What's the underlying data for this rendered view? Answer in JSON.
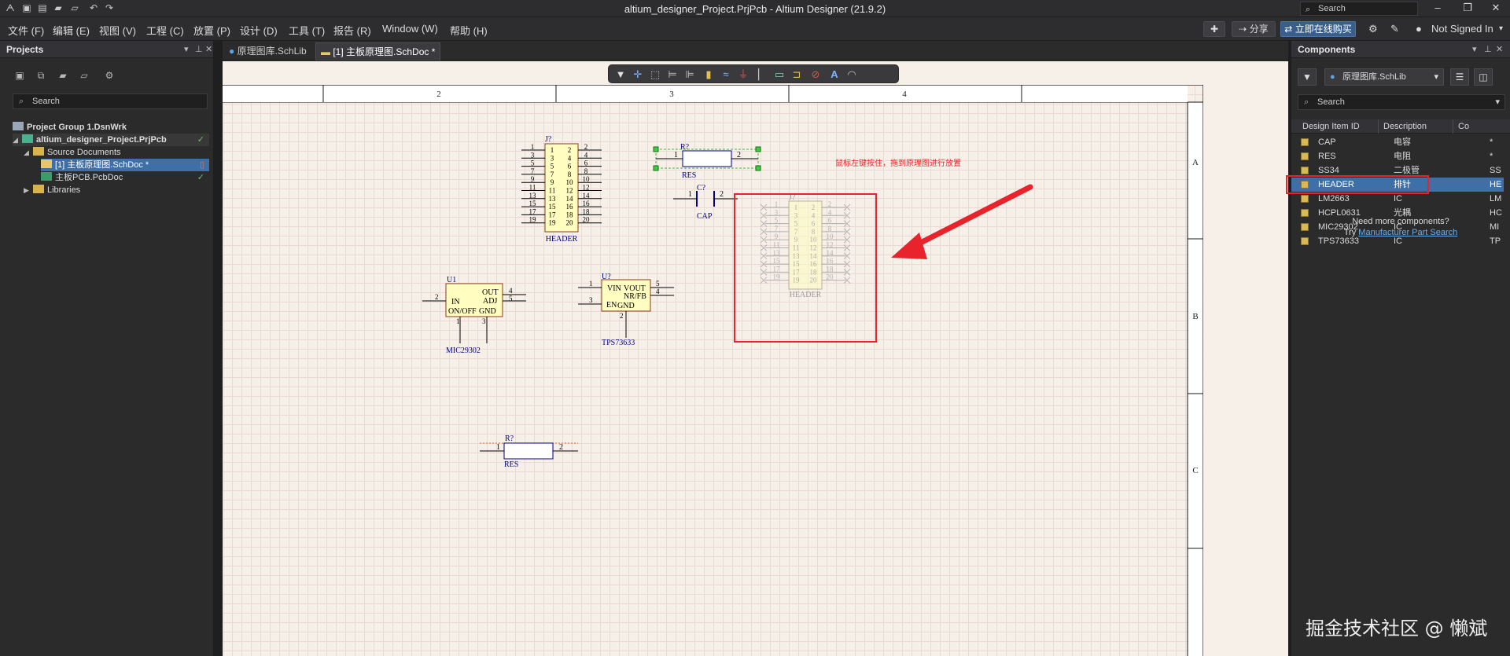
{
  "window": {
    "title": "altium_designer_Project.PrjPcb - Altium Designer (21.9.2)",
    "search_placeholder": "Search",
    "controls": {
      "minimize": "–",
      "restore": "❐",
      "close": "✕"
    }
  },
  "menu": {
    "items": [
      "文件 (F)",
      "编辑 (E)",
      "视图 (V)",
      "工程 (C)",
      "放置 (P)",
      "设计 (D)",
      "工具 (T)",
      "报告 (R)",
      "Window (W)",
      "帮助 (H)"
    ],
    "share_label": "分享",
    "buy_label": "立即在线购买",
    "user_label": "Not Signed In"
  },
  "projects_panel": {
    "title": "Projects",
    "search_placeholder": "Search",
    "tree": [
      {
        "label": "Project Group 1.DsnWrk",
        "level": 0,
        "bold": true
      },
      {
        "label": "altium_designer_Project.PrjPcb",
        "level": 1,
        "bold": true,
        "ok": true
      },
      {
        "label": "Source Documents",
        "level": 2
      },
      {
        "label": "[1] 主板原理图.SchDoc *",
        "level": 3,
        "selected": true
      },
      {
        "label": "主板PCB.PcbDoc",
        "level": 3,
        "ok": true
      },
      {
        "label": "Libraries",
        "level": 2
      }
    ]
  },
  "tabs": [
    {
      "label": "原理图库.SchLib",
      "active": false
    },
    {
      "label": "[1] 主板原理图.SchDoc *",
      "active": true
    }
  ],
  "sheet": {
    "columns": [
      "2",
      "3",
      "4"
    ],
    "rows": [
      "A",
      "B",
      "C"
    ],
    "annotation": "鼠标左键按住，拖到原理图进行放置",
    "colors": {
      "wire": "#000080",
      "part_fill": "#fffdc0",
      "part_border": "#8b3a1a",
      "highlight": "#e8232b",
      "text": "#000080"
    }
  },
  "parts": {
    "header": {
      "designator": "J?",
      "comment": "HEADER",
      "left_pins": [
        "1",
        "3",
        "5",
        "7",
        "9",
        "11",
        "13",
        "15",
        "17",
        "19"
      ],
      "right_pins": [
        "2",
        "4",
        "6",
        "8",
        "10",
        "12",
        "14",
        "16",
        "18",
        "20"
      ]
    },
    "res_top": {
      "designator": "R?",
      "comment": "RES",
      "pin1": "1",
      "pin2": "2"
    },
    "cap": {
      "designator": "C?",
      "comment": "CAP",
      "pin1": "1",
      "pin2": "2"
    },
    "mic": {
      "designator": "U1",
      "comment": "MIC29302",
      "labels": [
        "OUT",
        "IN",
        "ADJ",
        "ON/OFF",
        "GND"
      ],
      "pins": [
        "4",
        "2",
        "5",
        "1",
        "3"
      ]
    },
    "tps": {
      "designator": "U?",
      "comment": "TPS73633",
      "labels": [
        "VIN",
        "VOUT",
        "NR/FB",
        "EN",
        "GND"
      ],
      "pins": [
        "1",
        "5",
        "4",
        "3",
        "2"
      ]
    },
    "res_bottom": {
      "designator": "R?",
      "comment": "RES",
      "pin1": "1",
      "pin2": "2"
    },
    "ghost_header": {
      "designator": "J?",
      "comment": "HEADER"
    }
  },
  "components_panel": {
    "title": "Components",
    "library": "原理图库.SchLib",
    "search_placeholder": "Search",
    "columns": [
      "Design Item ID",
      "Description",
      "Co"
    ],
    "rows": [
      {
        "id": "CAP",
        "desc": "电容",
        "extra": "*"
      },
      {
        "id": "RES",
        "desc": "电阻",
        "extra": "*"
      },
      {
        "id": "SS34",
        "desc": "二极管",
        "extra": "SS"
      },
      {
        "id": "HEADER",
        "desc": "排针",
        "extra": "HE",
        "selected": true
      },
      {
        "id": "LM2663",
        "desc": "IC",
        "extra": "LM"
      },
      {
        "id": "HCPL0631",
        "desc": "光耦",
        "extra": "HC"
      },
      {
        "id": "MIC29302",
        "desc": "IC",
        "extra": "MI"
      },
      {
        "id": "TPS73633",
        "desc": "IC",
        "extra": "TP"
      }
    ],
    "need_more": "Need more components?",
    "try_label": "Try",
    "link": "Manufacturer Part Search"
  },
  "watermark": "掘金技术社区 @ 懒斌"
}
